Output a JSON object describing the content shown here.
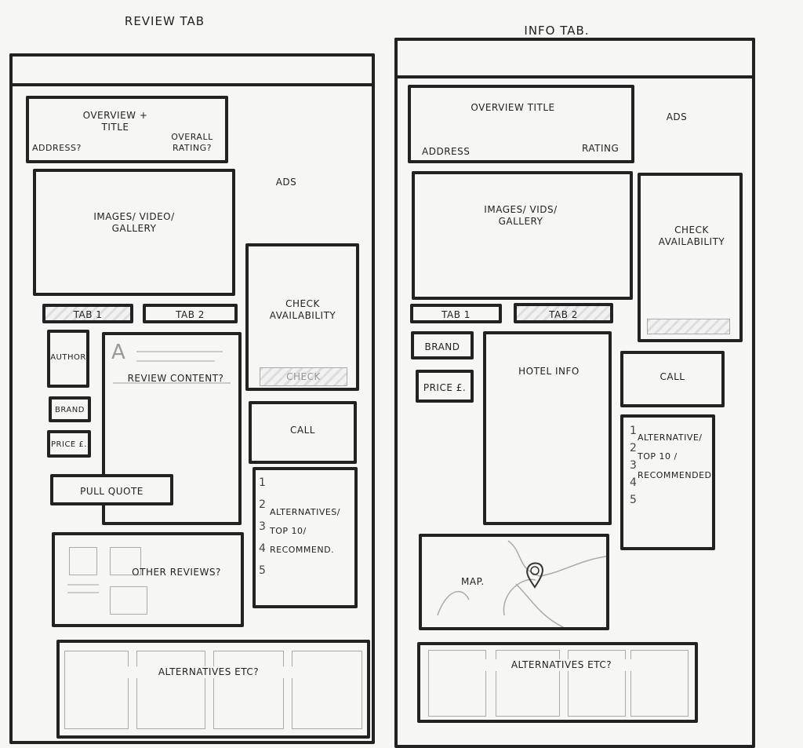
{
  "review_tab": {
    "title": "Review Tab",
    "overview": {
      "title": "Overview + Title",
      "address": "Address?",
      "rating": "Overall Rating?"
    },
    "ads": "Ads",
    "gallery": "Images/ Video/ Gallery",
    "tabs": [
      "Tab 1",
      "Tab 2"
    ],
    "active_tab": 0,
    "check_availability": "Check Availability",
    "check_button": "Check",
    "author": "Author",
    "brand": "Brand",
    "price": "Price £.",
    "content_glyph": "A",
    "review_content": "Review Content?",
    "pull_quote": "Pull Quote",
    "call": "Call",
    "alternatives_list": {
      "numbers": [
        "1",
        "2",
        "3",
        "4",
        "5"
      ],
      "label": "Alternatives/ Top 10/ Recommend."
    },
    "other_reviews": "Other Reviews?",
    "alternatives_footer": "Alternatives etc?"
  },
  "info_tab": {
    "title": "Info Tab.",
    "overview": {
      "title": "Overview Title",
      "address": "Address",
      "rating": "Rating"
    },
    "ads": "Ads",
    "gallery": "Images/ Vids/ Gallery",
    "tabs": [
      "Tab 1",
      "Tab 2"
    ],
    "active_tab": 1,
    "check_availability": "Check Availability",
    "brand": "Brand",
    "price": "Price £.",
    "hotel_info": "Hotel Info",
    "call": "Call",
    "alternatives_list": {
      "numbers": [
        "1",
        "2",
        "3",
        "4",
        "5"
      ],
      "label": "Alternative/ Top 10 / Recommended"
    },
    "map": "Map.",
    "alternatives_footer": "Alternatives etc?"
  }
}
